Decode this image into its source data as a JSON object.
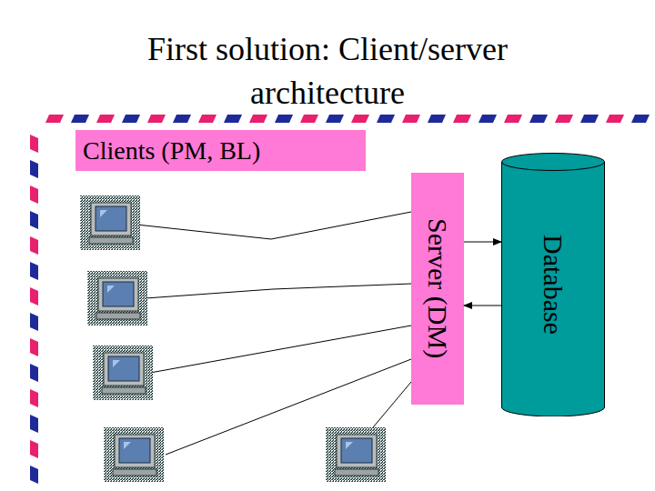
{
  "diagram": {
    "title": "First solution: Client/server architecture",
    "nodes": [
      {
        "text": [
          "Clients (PM, BL)"
        ]
      },
      {
        "text": [
          "Server (DM)"
        ]
      },
      {
        "text": [
          "Database"
        ]
      }
    ],
    "edges": [
      {
        "from": 1,
        "to": 2,
        "arrow": "to"
      },
      {
        "from": 2,
        "to": 1,
        "arrow": "to"
      }
    ]
  }
}
